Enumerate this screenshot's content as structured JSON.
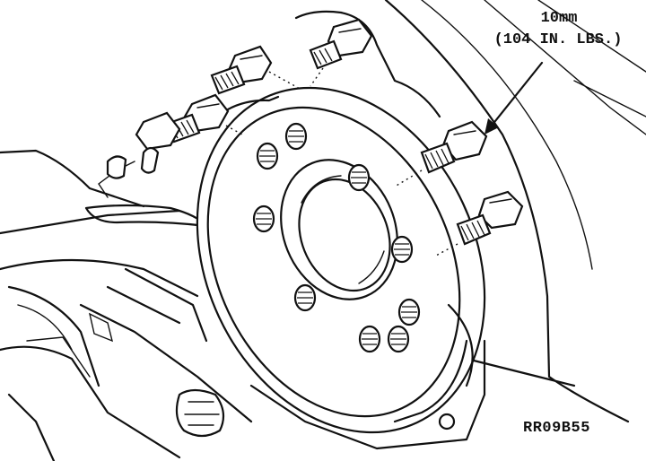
{
  "callout": {
    "size": "10mm",
    "torque": "(104 IN. LBS.)"
  },
  "figure_id": "RR09B55"
}
